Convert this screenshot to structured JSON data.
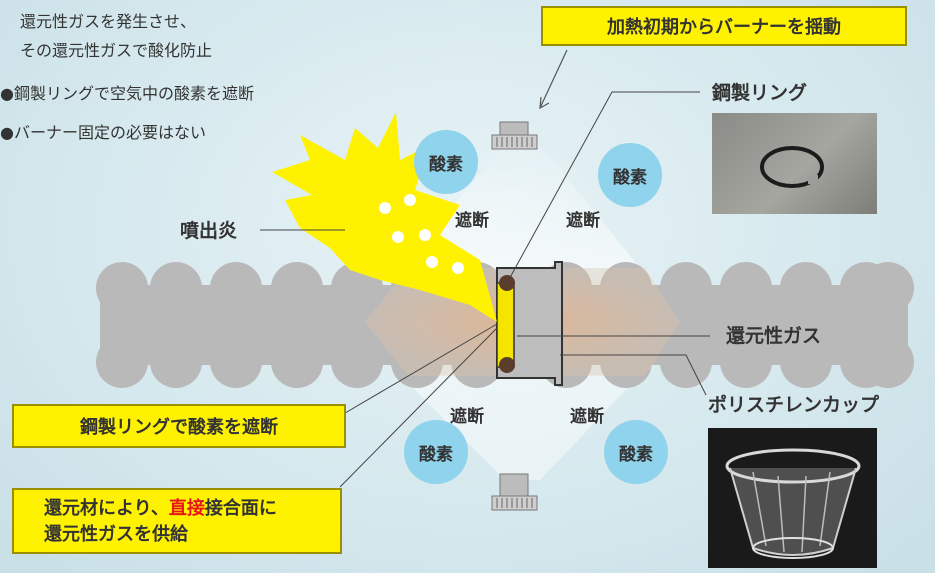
{
  "notes": {
    "line1": "還元性ガスを発生させ、",
    "line2": "その還元性ガスで酸化防止",
    "bullet1": "●鋼製リングで空気中の酸素を遮断",
    "bullet2": "●バーナー固定の必要はない"
  },
  "top_box": "加熱初期からバーナーを揺動",
  "labels": {
    "ring": "鋼製リング",
    "flame": "噴出炎",
    "gas": "還元性ガス",
    "cup": "ポリスチレンカップ",
    "block_tl": "遮断",
    "block_tr": "遮断",
    "block_bl": "遮断",
    "block_br": "遮断",
    "oxygen_tl": "酸素",
    "oxygen_tr": "酸素",
    "oxygen_bl": "酸素",
    "oxygen_br": "酸素"
  },
  "box_ring_seal": "鋼製リングで酸素を遮断",
  "box_reduce": {
    "part1": "還元材により、",
    "highlight1": "直",
    "highlight2": "接",
    "part2": "接合面に",
    "line2": "還元性ガスを供給"
  },
  "colors": {
    "highlight": "#e8161b",
    "yellow": "#fff200",
    "bubble": "#8fd3ec",
    "pipe": "#b9b9b9"
  }
}
